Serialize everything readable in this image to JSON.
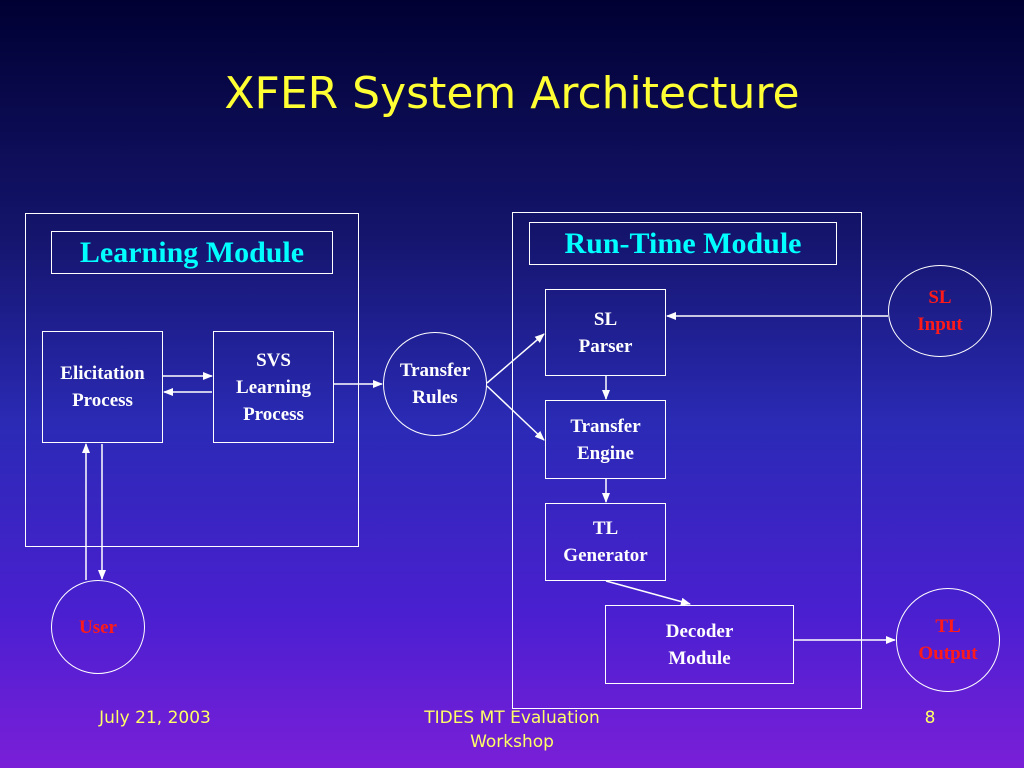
{
  "title": "XFER System Architecture",
  "learning_module": {
    "label": "Learning Module",
    "nodes": {
      "elicitation": "Elicitation\nProcess",
      "svs": "SVS\nLearning\nProcess"
    }
  },
  "transfer_rules": "Transfer\nRules",
  "runtime_module": {
    "label": "Run-Time Module",
    "nodes": {
      "sl_parser": "SL\nParser",
      "transfer_engine": "Transfer\nEngine",
      "tl_generator": "TL\nGenerator",
      "decoder": "Decoder\nModule"
    }
  },
  "io": {
    "user": "User",
    "sl_input": "SL\nInput",
    "tl_output": "TL\nOutput"
  },
  "footer": {
    "date": "July 21, 2003",
    "event": "TIDES MT Evaluation\nWorkshop",
    "page": "8"
  },
  "colors": {
    "title": "#ffff33",
    "module_label": "#00ffff",
    "node_text": "#ffffff",
    "io_text": "#ff1a1a",
    "footer": "#ffff66"
  }
}
